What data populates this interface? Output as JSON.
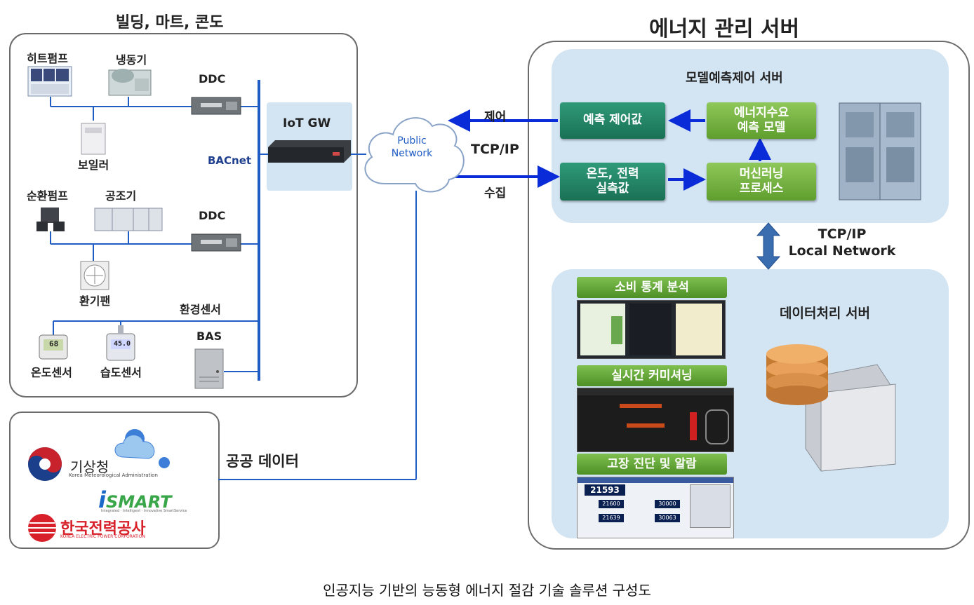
{
  "site": {
    "title": "빌딩, 마트, 콘도",
    "devices": {
      "heat_pump": "히트펌프",
      "chiller": "냉동기",
      "ddc1": "DDC",
      "boiler": "보일러",
      "bacnet": "BACnet",
      "circ_pump": "순환펌프",
      "ahu": "공조기",
      "ddc2": "DDC",
      "vent_fan": "환기팬",
      "env_sensor": "환경센서",
      "bas": "BAS",
      "temp_sensor": "온도센서",
      "humid_sensor": "습도센서",
      "temp_reading": "68",
      "humid_reading": "45.0"
    }
  },
  "iot_gw": "IoT GW",
  "network": {
    "line1": "Public",
    "line2": "Network"
  },
  "links": {
    "control": "제어",
    "protocol": "TCP/IP",
    "collect": "수집"
  },
  "public_data": {
    "label": "공공 데이터",
    "kma_name": "기상청",
    "kma_en": "Korea Meteorological Administration",
    "ismart": "SMART",
    "ismart_i": "i",
    "ismart_tag": "Integrated · Intelligent · Innovative SmartService",
    "kepco": "한국전력공사",
    "kepco_en": "KOREA ELECTRIC POWER CORPORATION"
  },
  "server": {
    "title": "에너지 관리 서버",
    "model_title": "모델예측제어 서버",
    "pred_control": "예측 제어값",
    "demand_model_1": "에너지수요",
    "demand_model_2": "예측 모델",
    "measured_1": "온도, 전력",
    "measured_2": "실측값",
    "ml_1": "머신러닝",
    "ml_2": "프로세스",
    "local_net_1": "TCP/IP",
    "local_net_2": "Local Network",
    "data_title": "데이터처리 서버",
    "stat": "소비 통계 분석",
    "commission": "실시간 커미셔닝",
    "fault": "고장 진단 및 알람",
    "fault_v1": "21593",
    "fault_v2": "21600",
    "fault_v3": "30000",
    "fault_v4": "21639",
    "fault_v5": "30063"
  },
  "caption": "인공지능 기반의 능동형 에너지 절감 기술 솔루션 구성도",
  "colors": {
    "line": "#1f5cc4",
    "arrow": "#0a2bd8",
    "panel": "#d3e5f3",
    "dark_btn": "#1f7f60",
    "light_btn": "#7ab648"
  }
}
